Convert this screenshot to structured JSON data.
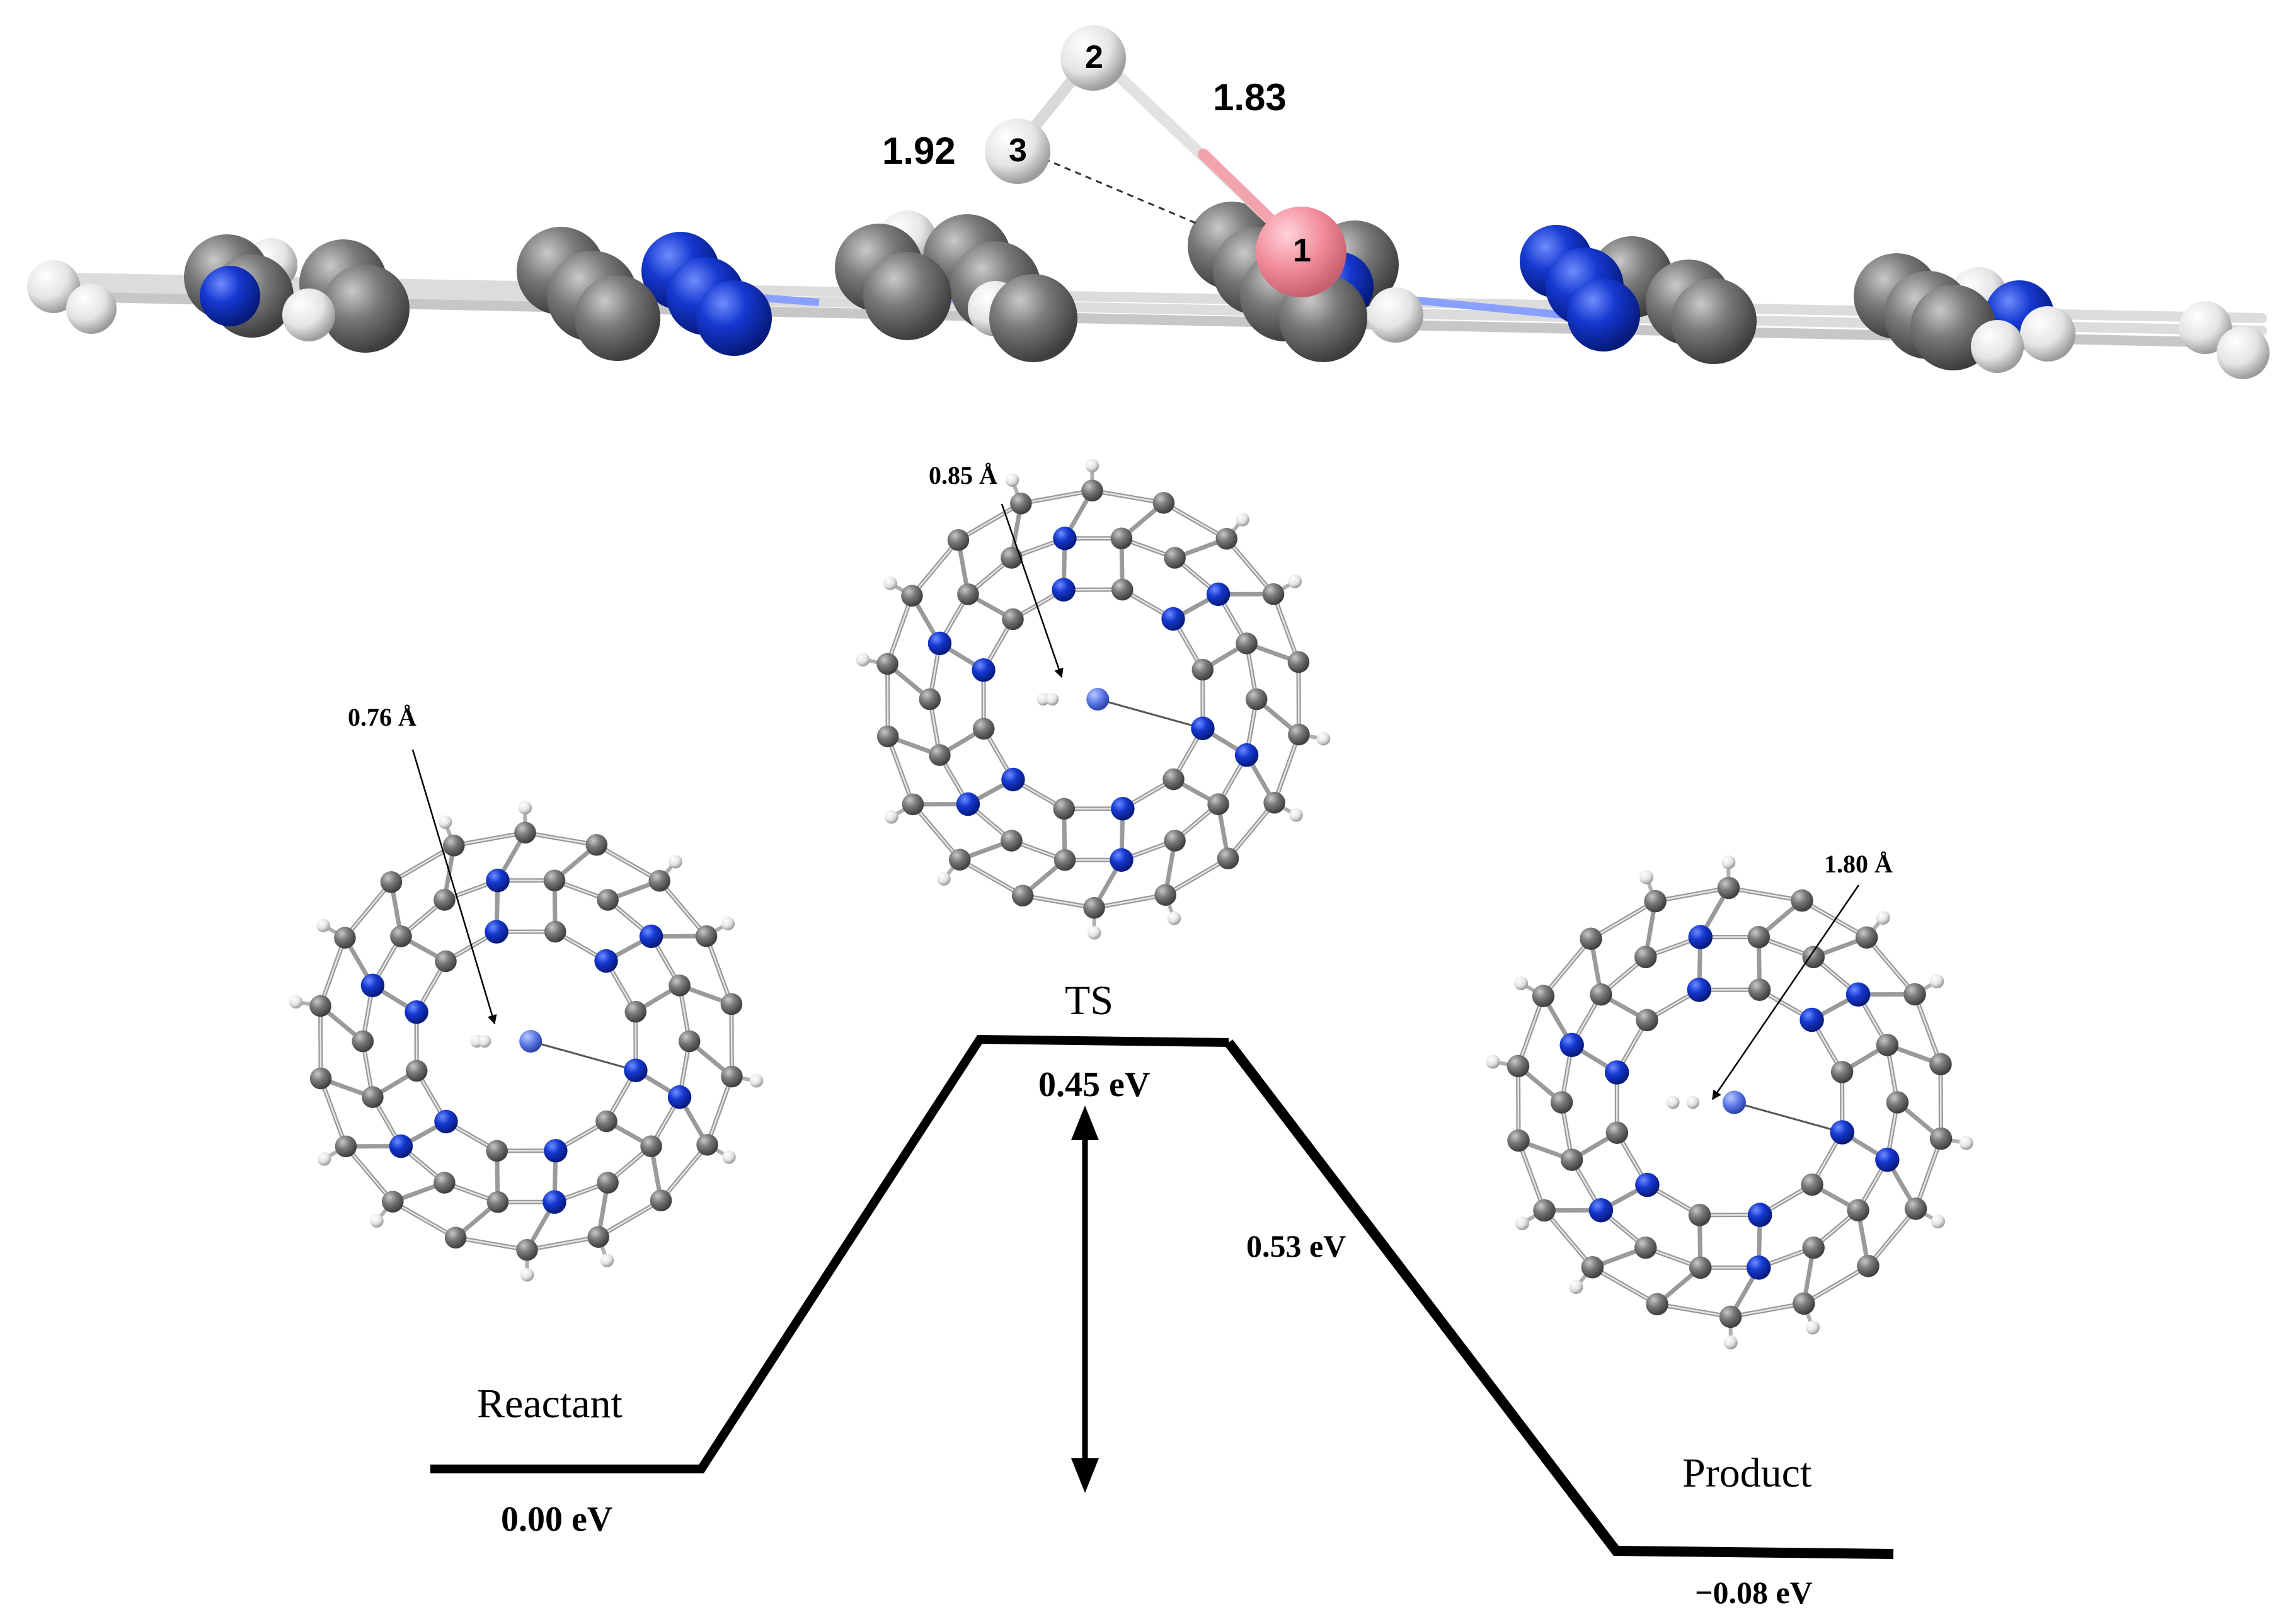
{
  "side_view": {
    "atom_labels": [
      "1",
      "2",
      "3"
    ],
    "distances": [
      "1.83",
      "1.92"
    ]
  },
  "structures": {
    "reactant": {
      "distance": "0.76 Å"
    },
    "ts": {
      "distance": "0.85 Å"
    },
    "product": {
      "distance": "1.80 Å"
    }
  },
  "energy_profile": {
    "states": [
      {
        "name": "Reactant",
        "energy": "0.00 eV"
      },
      {
        "name": "TS",
        "energy": "0.45 eV"
      },
      {
        "name": "Product",
        "energy": "−0.08 eV"
      }
    ],
    "reverse_barrier": "0.53 eV"
  },
  "colors": {
    "carbon": "#6f6f6f",
    "nitrogen": "#1436c8",
    "hydrogen": "#e8e8e8",
    "metal_side": "#f08a98",
    "metal_top": "#5b78e6",
    "line": "#000000"
  }
}
